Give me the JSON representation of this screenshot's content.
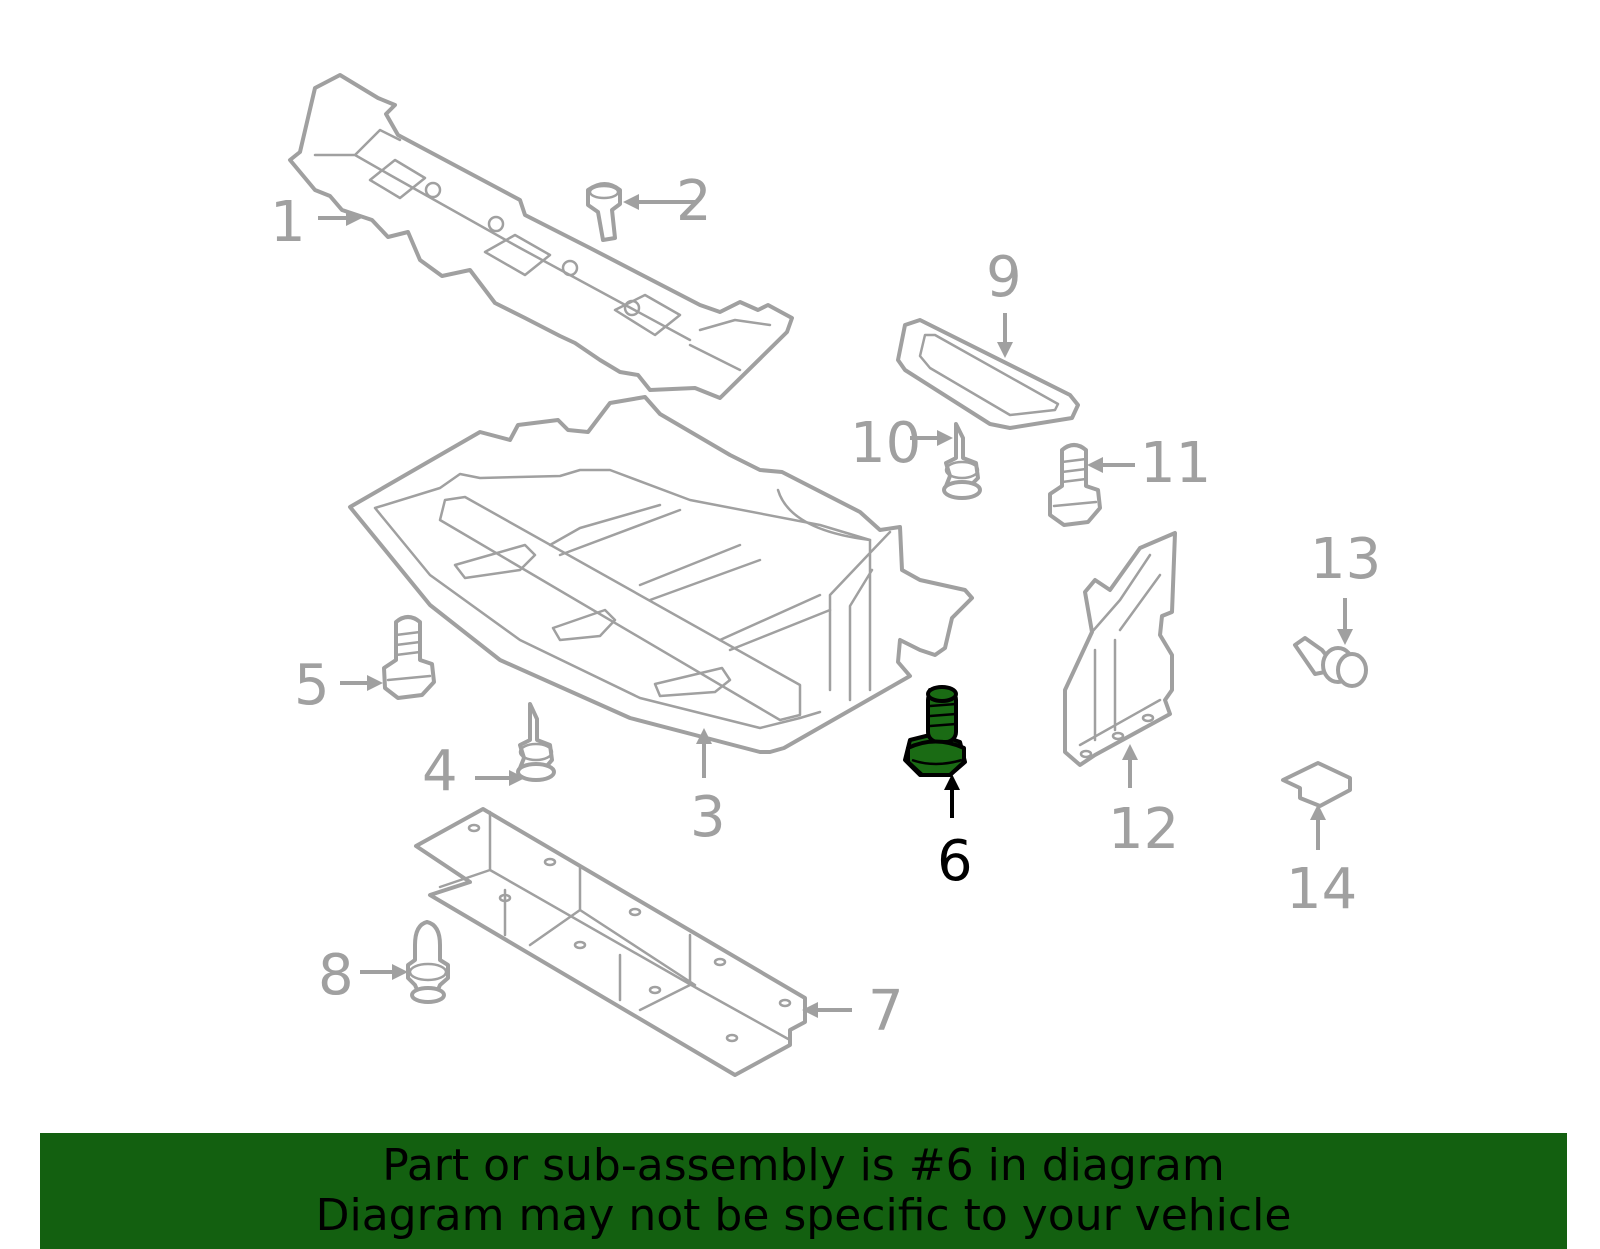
{
  "callouts": {
    "c1": "1",
    "c2": "2",
    "c3": "3",
    "c4": "4",
    "c5": "5",
    "c6": "6",
    "c7": "7",
    "c8": "8",
    "c9": "9",
    "c10": "10",
    "c11": "11",
    "c12": "12",
    "c13": "13",
    "c14": "14"
  },
  "highlighted_part": "6",
  "colors": {
    "part_stroke": "#a0a0a0",
    "highlight_fill": "#1a6b14",
    "banner_bg": "#136010",
    "highlight_text": "#000000"
  },
  "banner": {
    "line1": "Part or sub-assembly is #6 in diagram",
    "line2": "Diagram may not be specific to your vehicle"
  }
}
